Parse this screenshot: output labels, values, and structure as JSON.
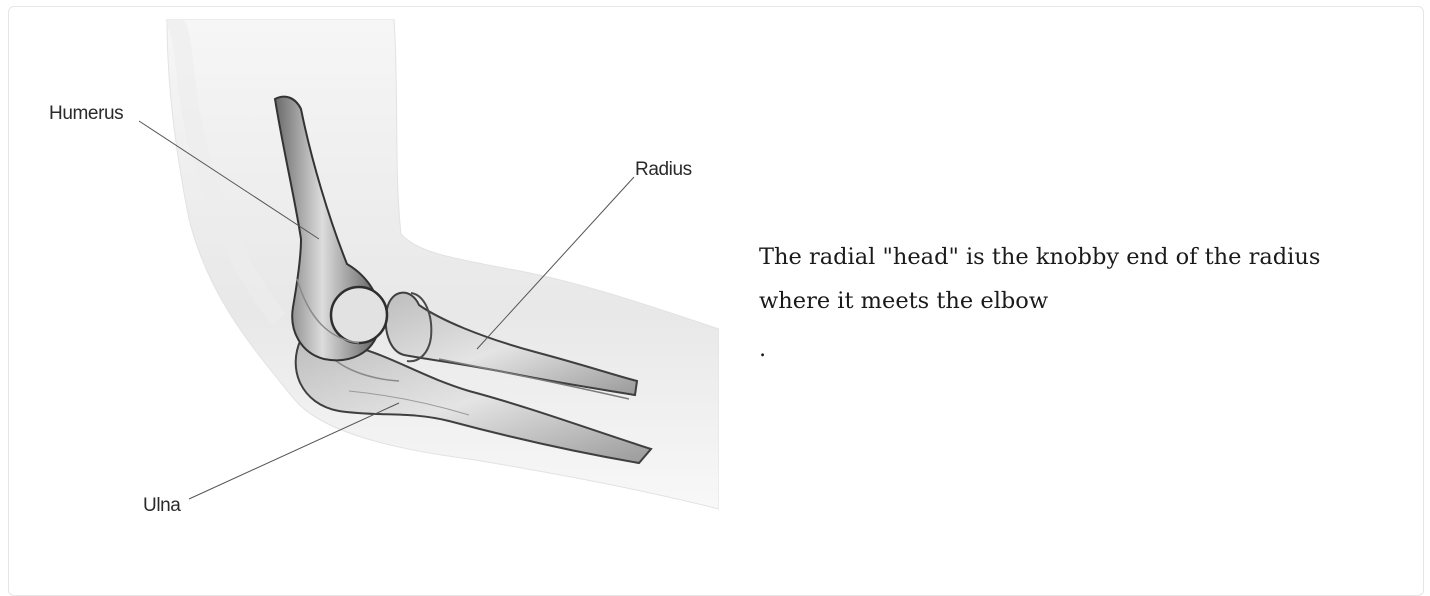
{
  "figure": {
    "labels": {
      "humerus": "Humerus",
      "radius": "Radius",
      "ulna": "Ulna"
    }
  },
  "caption": {
    "text": "The radial \"head\" is the knobby end of the radius where it meets the elbow",
    "trailing": "."
  },
  "colors": {
    "text": "#1a1a1a",
    "bone": "#d9d9d9",
    "bone_shadow": "#4a4a4a",
    "skin": "#f3f3f3",
    "border": "#e6e6e6"
  }
}
